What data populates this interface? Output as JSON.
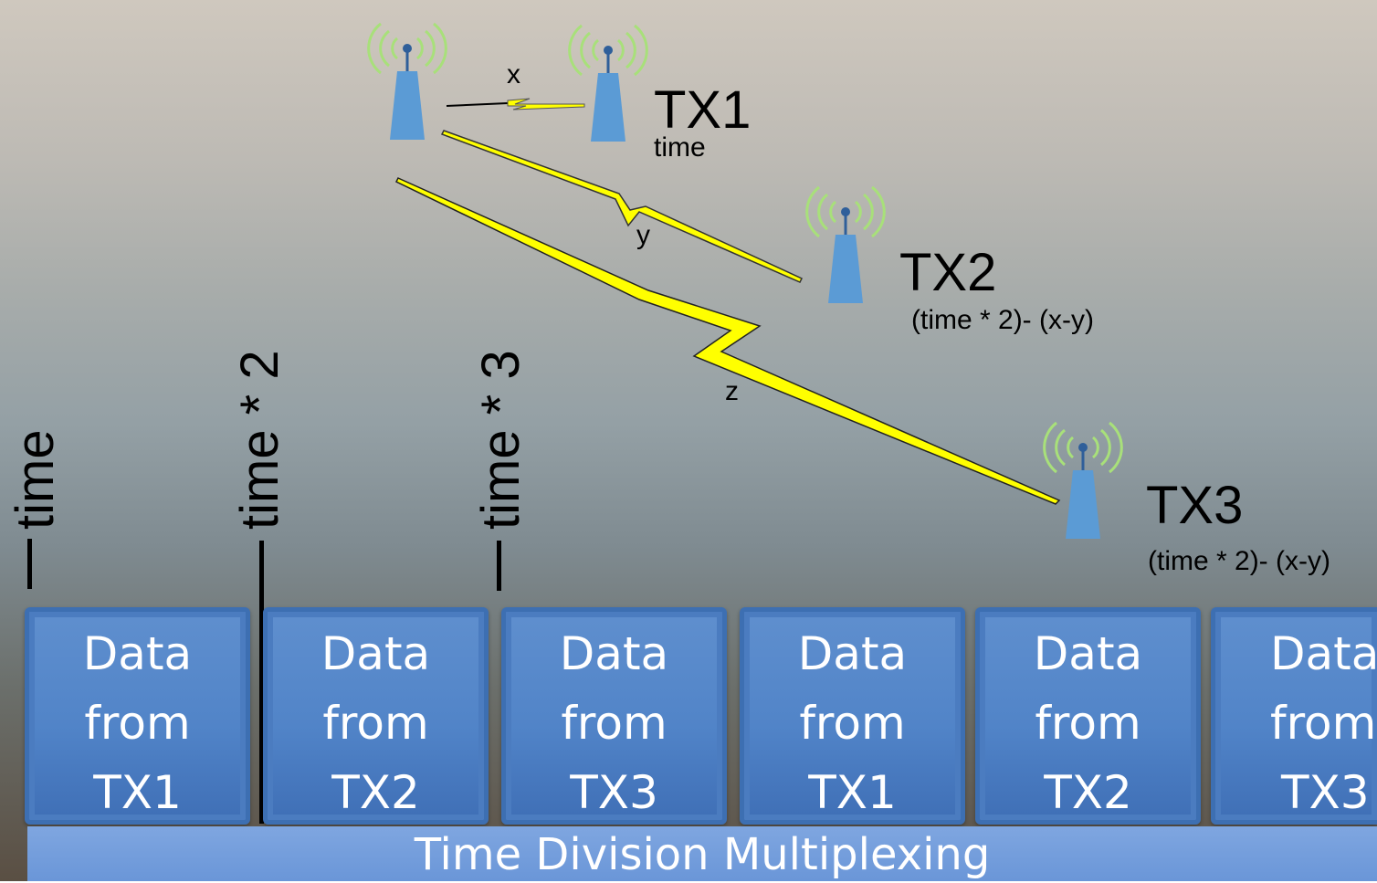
{
  "transmitters": [
    {
      "name": "TX1",
      "timing": "time"
    },
    {
      "name": "TX2",
      "timing": "(time * 2)- (x-y)"
    },
    {
      "name": "TX3",
      "timing": "(time * 2)- (x-y)"
    }
  ],
  "links": {
    "x": "x",
    "y": "y",
    "z": "z"
  },
  "time_markers": [
    "time",
    "time * 2",
    "time * 3"
  ],
  "slots": [
    {
      "line1": "Data",
      "line2": "from",
      "line3": "TX1"
    },
    {
      "line1": "Data",
      "line2": "from",
      "line3": "TX2"
    },
    {
      "line1": "Data",
      "line2": "from",
      "line3": "TX3"
    },
    {
      "line1": "Data",
      "line2": "from",
      "line3": "TX1"
    },
    {
      "line1": "Data",
      "line2": "from",
      "line3": "TX2"
    },
    {
      "line1": "Data",
      "line2": "from",
      "line3": "TX3"
    }
  ],
  "banner": "Time Division Multiplexing",
  "colors": {
    "tower": "#5b9bd5",
    "signal_arcs": "#a8e07a",
    "bolt": "#ffff00",
    "slot": "#4f81c4"
  },
  "icons": [
    "radio-tower-icon",
    "lightning-link-icon"
  ]
}
